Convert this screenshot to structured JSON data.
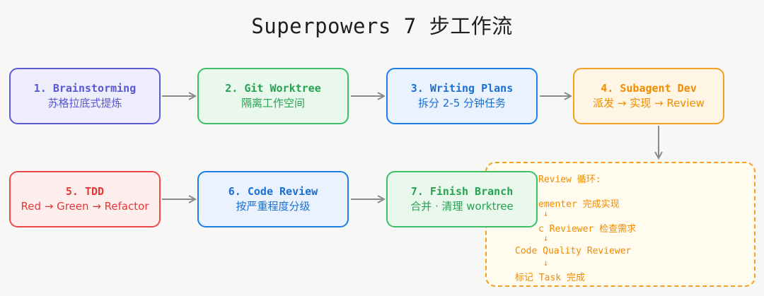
{
  "title": "Superpowers 7 步工作流",
  "steps": [
    {
      "title": "1. Brainstorming",
      "desc": "苏格拉底式提炼"
    },
    {
      "title": "2. Git Worktree",
      "desc": "隔离工作空间"
    },
    {
      "title": "3. Writing Plans",
      "desc": "拆分 2-5 分钟任务"
    },
    {
      "title": "4. Subagent Dev",
      "desc": "派发 → 实现 → Review"
    },
    {
      "title": "5. TDD",
      "desc": "Red → Green → Refactor"
    },
    {
      "title": "6. Code Review",
      "desc": "按严重程度分级"
    },
    {
      "title": "7. Finish Branch",
      "desc": "合并 · 清理 worktree"
    }
  ],
  "loop_panel": {
    "heading": "Review 循环:",
    "line1": "ementer 完成实现",
    "line2": "c Reviewer 检查需求",
    "line3": "Code Quality Reviewer",
    "line4": "标记 Task 完成",
    "arrow": "↓"
  },
  "colors": {
    "purple": "#5b5bd6",
    "green": "#3cc067",
    "blue": "#1c7ee6",
    "orange": "#f4a020",
    "red": "#ee4848",
    "connector": "#8a8a8a"
  }
}
